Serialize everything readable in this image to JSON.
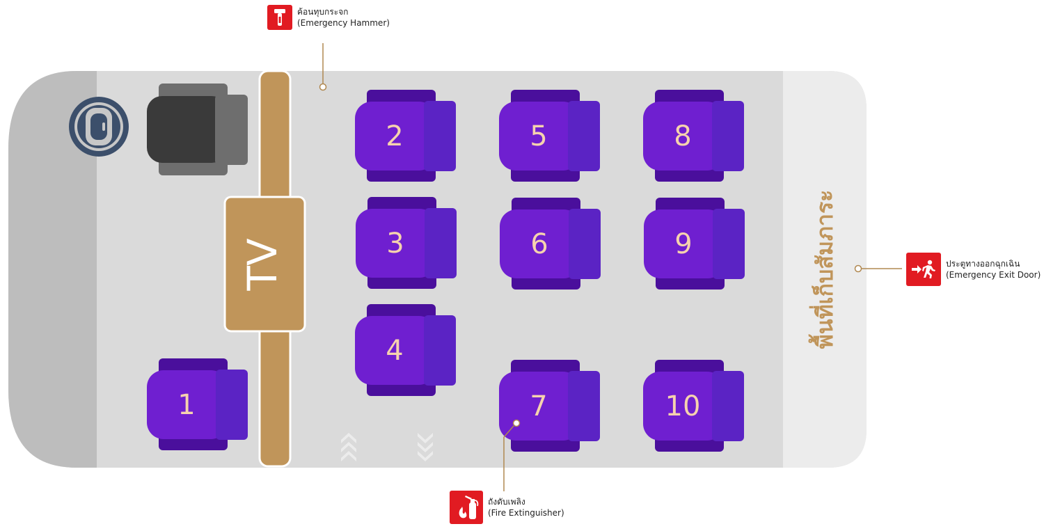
{
  "colors": {
    "bus_floor": "#dadada",
    "bus_front": "#bdbdbd",
    "luggage_area": "#ececec",
    "seat_main": "#6f1fd0",
    "seat_back": "#4a0f9c",
    "seat_arm": "#5b23c4",
    "seat_number": "#f6d2ae",
    "tv_panel": "#c0955a",
    "driver_seat": "#3a3a3a",
    "driver_seat_side": "#6e6e6e",
    "steering": "#3c4f6b",
    "callout_red": "#e11b22",
    "leader_line": "#b08850"
  },
  "tv": {
    "label": "TV"
  },
  "luggage": {
    "label": "พื้นที่เก็บสัมภาระ"
  },
  "seats": [
    "1",
    "2",
    "3",
    "4",
    "5",
    "6",
    "7",
    "8",
    "9",
    "10"
  ],
  "callouts": {
    "hammer": {
      "icon": "emergency-hammer-icon",
      "title": "ค้อนทุบกระจก",
      "subtitle": "(Emergency Hammer)"
    },
    "exit": {
      "icon": "emergency-exit-icon",
      "title": "ประตูทางออกฉุกเฉิน",
      "subtitle": "(Emergency Exit Door)"
    },
    "extinguisher": {
      "icon": "fire-extinguisher-icon",
      "title": "ถังดับเพลิง",
      "subtitle": "(Fire Extinguisher)"
    }
  },
  "aisle_markers": [
    {
      "name": "aisle-arrows-up-icon",
      "direction": "up"
    },
    {
      "name": "aisle-arrows-down-icon",
      "direction": "down"
    }
  ]
}
